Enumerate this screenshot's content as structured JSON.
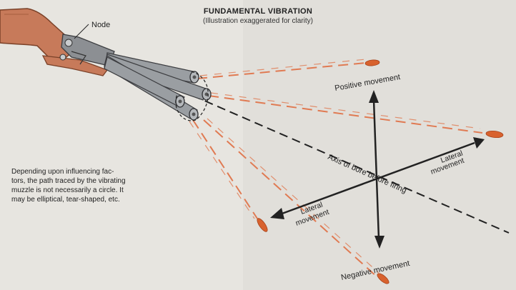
{
  "title": "FUNDAMENTAL VIBRATION",
  "subtitle": "(Illustration exaggerated for clarity)",
  "labels": {
    "node": "Node",
    "positive": "Positive movement",
    "negative": "Negative movement",
    "axis": "Axis of bore before firing",
    "lateral_right_1": "Lateral",
    "lateral_right_2": "movement",
    "lateral_left_1": "Lateral",
    "lateral_left_2": "movement"
  },
  "caption": {
    "line1": "Depending upon influencing fac-",
    "line2": "tors, the path traced by the vibrating",
    "line3": "muzzle is not necessarily a circle. It",
    "line4": "may be elliptical, tear-shaped, etc."
  },
  "colors": {
    "trajectory": "#e07a52",
    "bullet": "#d8622e",
    "stock": "#c77a5a",
    "barrel": "#8c8f93",
    "ink": "#222222"
  }
}
